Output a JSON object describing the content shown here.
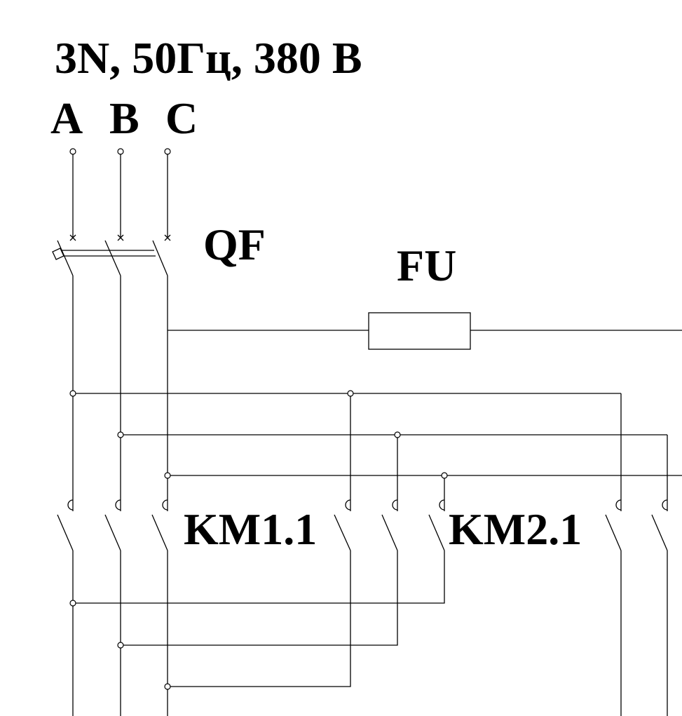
{
  "supply_label": "3N, 50Гц, 380 В",
  "phases": [
    "A",
    "B",
    "C"
  ],
  "breaker_label": "QF",
  "fuse_label": "FU",
  "contactor1_label": "KM1.1",
  "contactor2_label": "KM2.1"
}
